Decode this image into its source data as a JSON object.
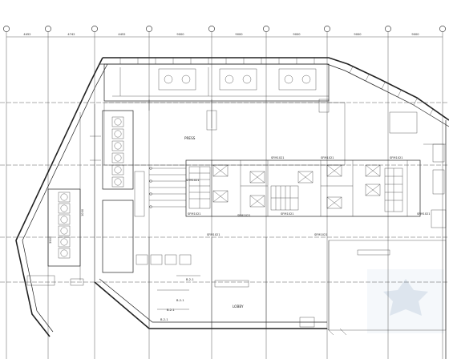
{
  "top_dims": [
    "4452",
    "4742",
    "4452",
    "9000",
    "9000",
    "9000",
    "9000",
    "9000"
  ],
  "room_labels": {
    "hall": "PRESS",
    "lower_hall": "LOBBY"
  },
  "door_tags": {
    "d1": "SFM1021",
    "d2": "SFM1021",
    "d3": "SFM1021",
    "d4": "SFM1021",
    "d5": "SFM1021",
    "d6": "SFM1021",
    "d7": "SFM1021",
    "d8": "SFM1021",
    "d9": "SFM1021",
    "d10": "SFM1021"
  },
  "equipment_tags": {
    "e1": "B-2-1",
    "e2": "B-2-1",
    "e3": "B-2-1",
    "e4": "B-2-1"
  },
  "side_dims": {
    "s1": "3900",
    "s2": "1000"
  }
}
